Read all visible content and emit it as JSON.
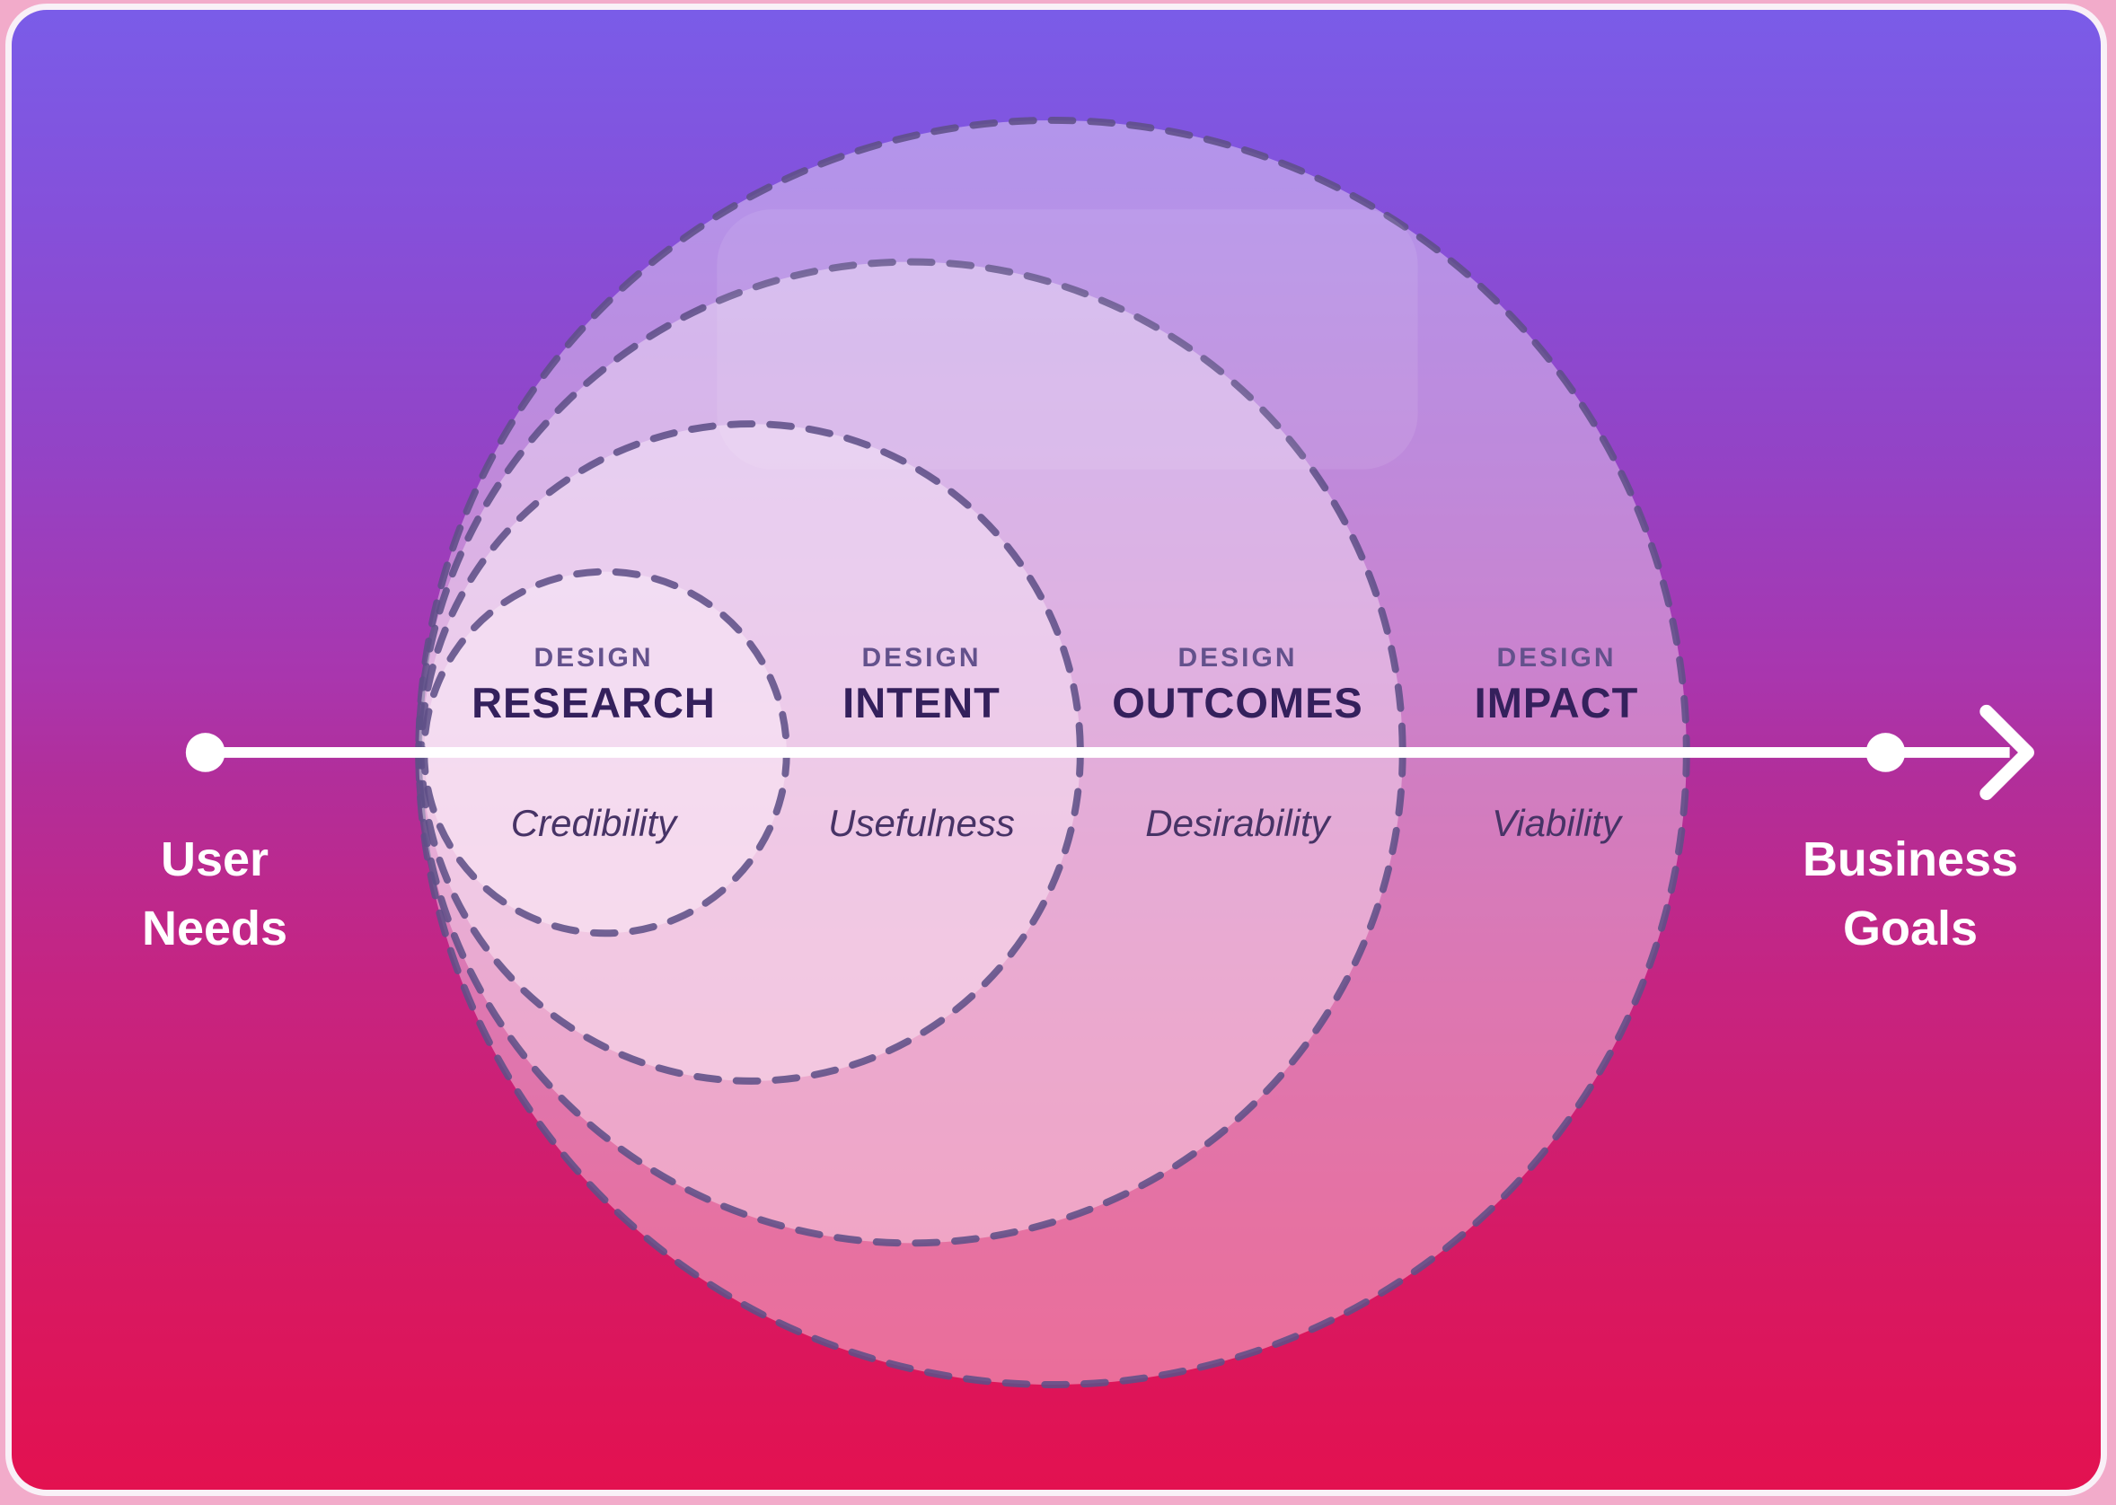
{
  "diagram": {
    "title_implied": "Design value nested-circles model from User Needs to Business Goals"
  },
  "axis": {
    "start_label_line1": "User",
    "start_label_line2": "Needs",
    "end_label_line1": "Business",
    "end_label_line2": "Goals",
    "line_color": "#ffffff"
  },
  "rings": [
    {
      "kicker": "DESIGN",
      "title": "RESEARCH",
      "quality": "Credibility"
    },
    {
      "kicker": "DESIGN",
      "title": "INTENT",
      "quality": "Usefulness"
    },
    {
      "kicker": "DESIGN",
      "title": "OUTCOMES",
      "quality": "Desirability"
    },
    {
      "kicker": "DESIGN",
      "title": "IMPACT",
      "quality": "Viability"
    }
  ],
  "colors": {
    "page_frame_pink": "#f2abca",
    "frame_border": "#f9f0f7",
    "gradient_top": "#7a5ce8",
    "gradient_mid": "#b22e9a",
    "gradient_bottom": "#e31150",
    "circle_fill_overlay": "rgba(255,244,252,0.40)",
    "dashed_stroke": "#5e5088",
    "kicker_text": "#63518c",
    "title_text": "#34205c",
    "quality_text": "#473366",
    "endpoint_text": "#ffffff"
  }
}
